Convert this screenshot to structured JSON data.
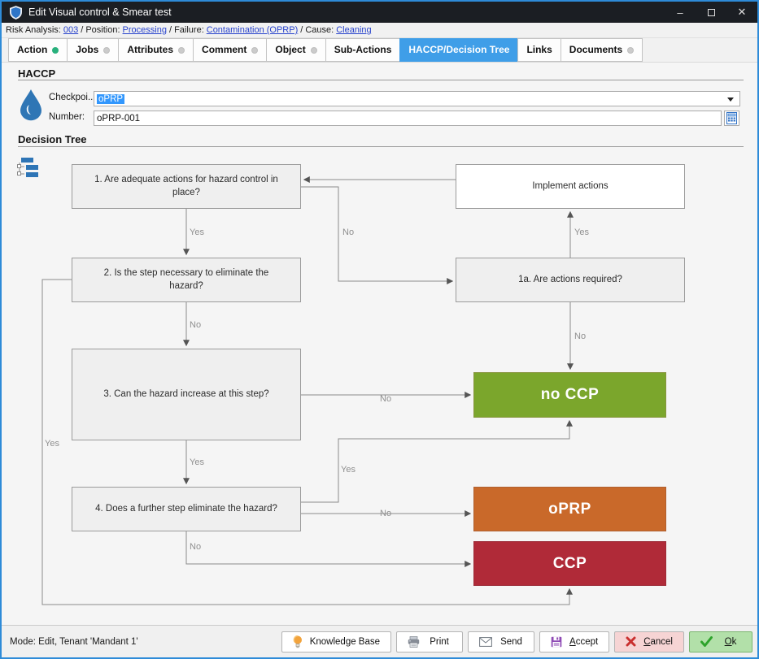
{
  "window": {
    "title": "Edit Visual control & Smear test",
    "controls": {
      "minimize_glyph": "–",
      "close_glyph": "✕"
    }
  },
  "breadcrumb": {
    "items": [
      {
        "prefix": "Risk Analysis:",
        "link": "003"
      },
      {
        "prefix": "/ Position:",
        "link": "Processing"
      },
      {
        "prefix": "/ Failure:",
        "link": "Contamination (OPRP)"
      },
      {
        "prefix": "/ Cause:",
        "link": "Cleaning"
      }
    ]
  },
  "tabs": [
    {
      "label": "Action",
      "dot": "green"
    },
    {
      "label": "Jobs",
      "dot": "gray"
    },
    {
      "label": "Attributes",
      "dot": "gray"
    },
    {
      "label": "Comment",
      "dot": "gray"
    },
    {
      "label": "Object",
      "dot": "gray"
    },
    {
      "label": "Sub-Actions",
      "dot": "none"
    },
    {
      "label": "HACCP/Decision Tree",
      "dot": "none",
      "active": true
    },
    {
      "label": "Links",
      "dot": "none"
    },
    {
      "label": "Documents",
      "dot": "gray"
    }
  ],
  "haccp": {
    "section_title": "HACCP",
    "checkpoint_label": "Checkpoi...",
    "checkpoint_value": "oPRP",
    "number_label": "Number:",
    "number_value": "oPRP-001"
  },
  "decision_tree": {
    "section_title": "Decision Tree",
    "nodes": {
      "q1": "1. Are adequate actions for hazard control in place?",
      "implement": "Implement actions",
      "q2": "2. Is the step necessary to eliminate the hazard?",
      "q1a": "1a. Are actions required?",
      "q3": "3. Can the hazard increase at this step?",
      "no_ccp": "no CCP",
      "q4": "4. Does a further step eliminate the hazard?",
      "oprp": "oPRP",
      "ccp": "CCP"
    },
    "edge_labels": {
      "q1_yes": "Yes",
      "q1_no": "No",
      "q1a_yes": "Yes",
      "q2_no": "No",
      "q1a_no": "No",
      "q3_no": "No",
      "q2_yes": "Yes",
      "q3_yes": "Yes",
      "q4_yes": "Yes",
      "q4_no_right": "No",
      "q4_no_bottom": "No"
    }
  },
  "status_bar": {
    "mode_text": "Mode: Edit, Tenant 'Mandant 1'"
  },
  "footer_buttons": {
    "knowledge_base": "Knowledge Base",
    "print": "Print",
    "send": "Send",
    "accept_key": "A",
    "accept_rest": "ccept",
    "cancel_key": "C",
    "cancel_rest": "ancel",
    "ok_key": "O",
    "ok_rest": "k"
  },
  "colors": {
    "titlebar_bg": "#1b1e23",
    "window_border_blue": "#2e8bd8",
    "tab_active_blue": "#3f9ee8",
    "link_blue": "#2742cc",
    "action_dot_green": "#28b07c",
    "selection_blue": "#3297fd",
    "no_ccp_green": "#7ba62c",
    "oprp_orange": "#c9692a",
    "ccp_red": "#b02a38"
  }
}
